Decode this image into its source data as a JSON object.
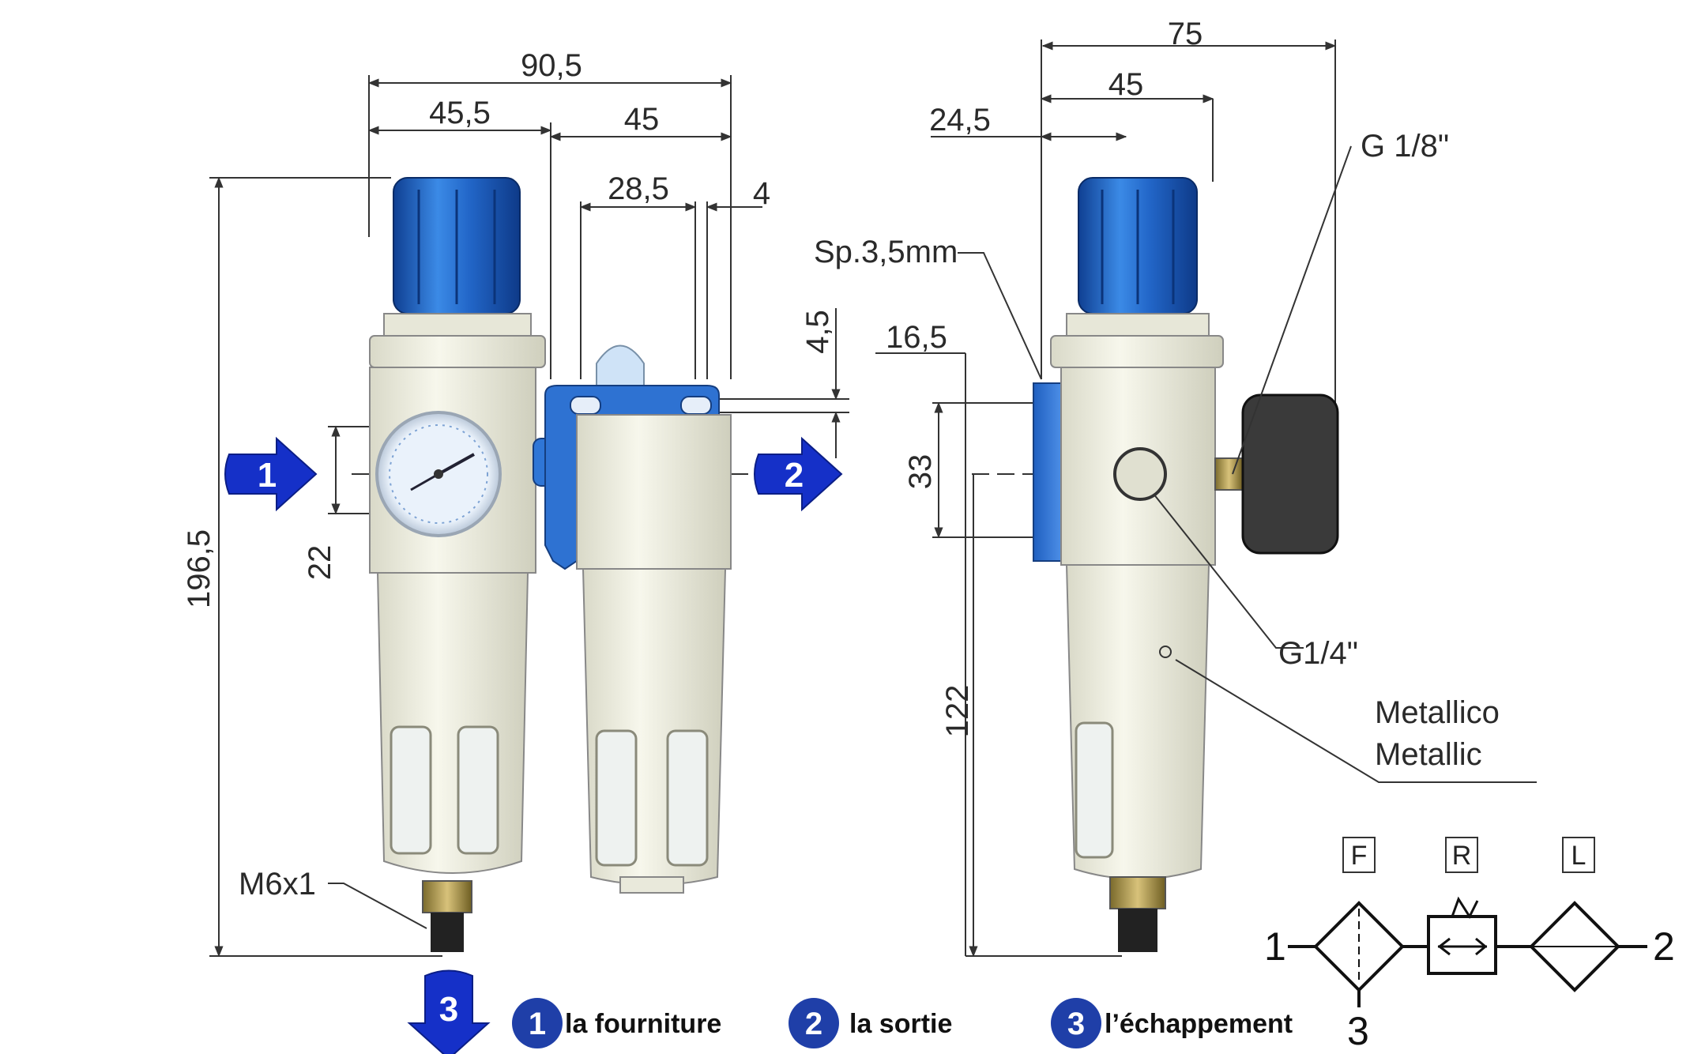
{
  "dimensions": {
    "overall_width": "90,5",
    "regulator_width": "45,5",
    "lubricator_width": "45",
    "bracket_span": "28,5",
    "bracket_offset": "4",
    "mount_offset": "4,5",
    "port_to_bottom": "22",
    "overall_height": "196,5",
    "side_depth": "75",
    "side_body": "45",
    "side_plate": "24,5",
    "side_offset": "16,5",
    "side_hole_span": "33",
    "side_lower_height": "122"
  },
  "callouts": {
    "drain_thread": "M6x1",
    "plate_thickness": "Sp.3,5mm",
    "gauge_port": "G 1/8\"",
    "main_port": "G1/4\"",
    "bowl_material_it": "Metallico",
    "bowl_material_en": "Metallic"
  },
  "flow_arrows": {
    "inlet": "1",
    "outlet": "2",
    "exhaust": "3"
  },
  "legend": [
    {
      "num": "1",
      "label": "la fourniture"
    },
    {
      "num": "2",
      "label": "la sortie"
    },
    {
      "num": "3",
      "label": "l’échappement"
    }
  ],
  "symbol": {
    "filter_label": "F",
    "regulator_label": "R",
    "lubricator_label": "L",
    "port_in": "1",
    "port_out": "2",
    "port_exhaust": "3"
  },
  "colors": {
    "knob_blue": "#2a6fd0",
    "arrow_blue": "#1530c8",
    "badge_blue": "#1f3fa8",
    "body_cream": "#f1f1e2",
    "dimension_line": "#333333"
  }
}
